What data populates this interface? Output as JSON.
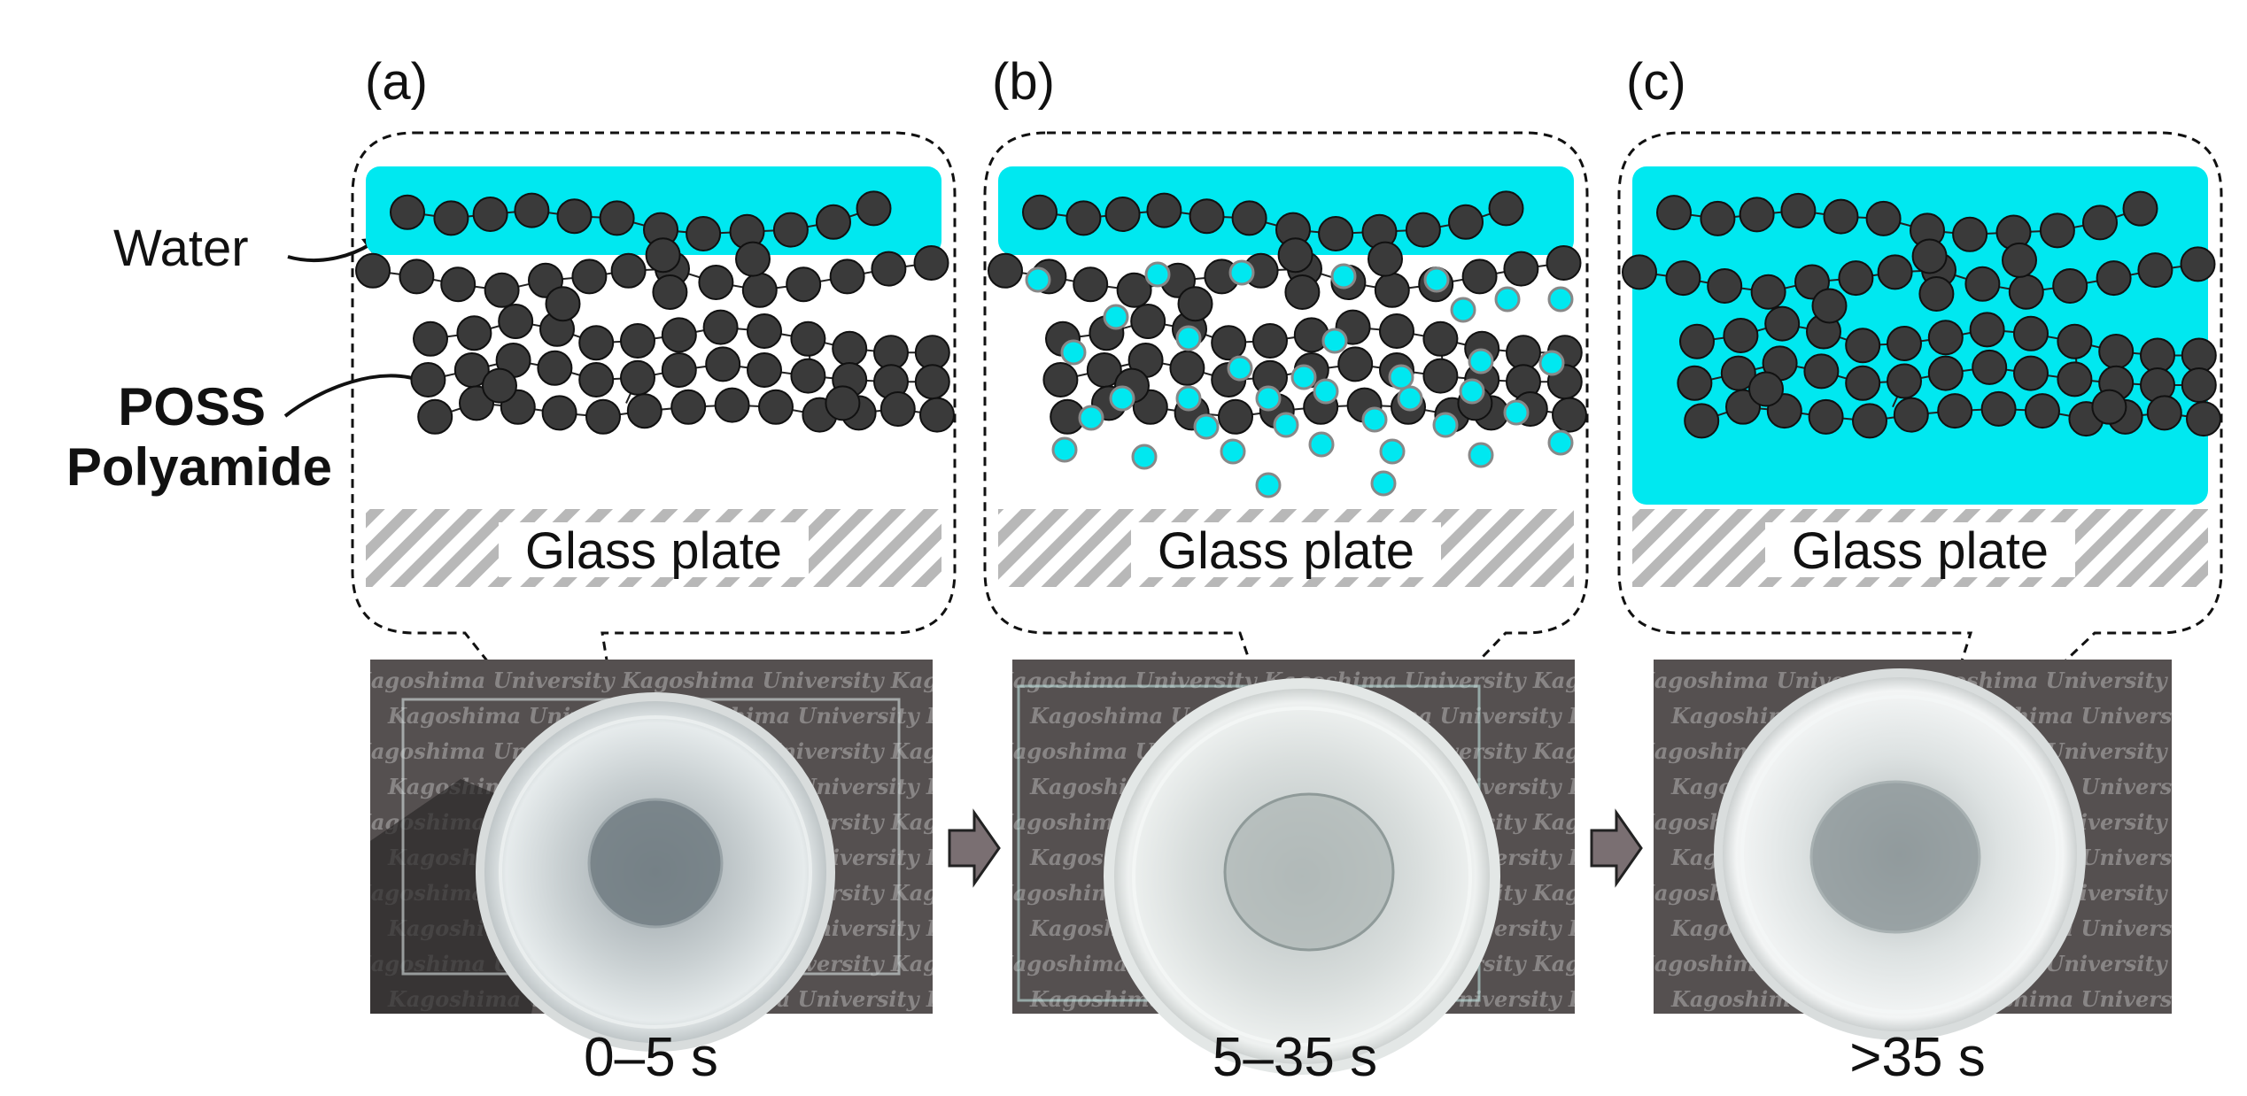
{
  "panels": [
    {
      "letter": "(a)",
      "time": "0–5 s",
      "plate": "Glass plate",
      "state": "dry"
    },
    {
      "letter": "(b)",
      "time": "5–35 s",
      "plate": "Glass plate",
      "state": "permeating"
    },
    {
      "letter": "(c)",
      "time": ">35 s",
      "plate": "Glass plate",
      "state": "swollen"
    }
  ],
  "labels": {
    "water": "Water",
    "poss_line1": "POSS",
    "poss_line2": "Polyamide"
  },
  "photo_watermark": "Kagoshima University",
  "colors": {
    "water": "#00e8f0",
    "bead": "#3a3a3a",
    "bead_stroke": "#111111",
    "hatch": "#b8b8b8",
    "photo_bg": "#5a5656",
    "arrow": "#7a6f72"
  }
}
